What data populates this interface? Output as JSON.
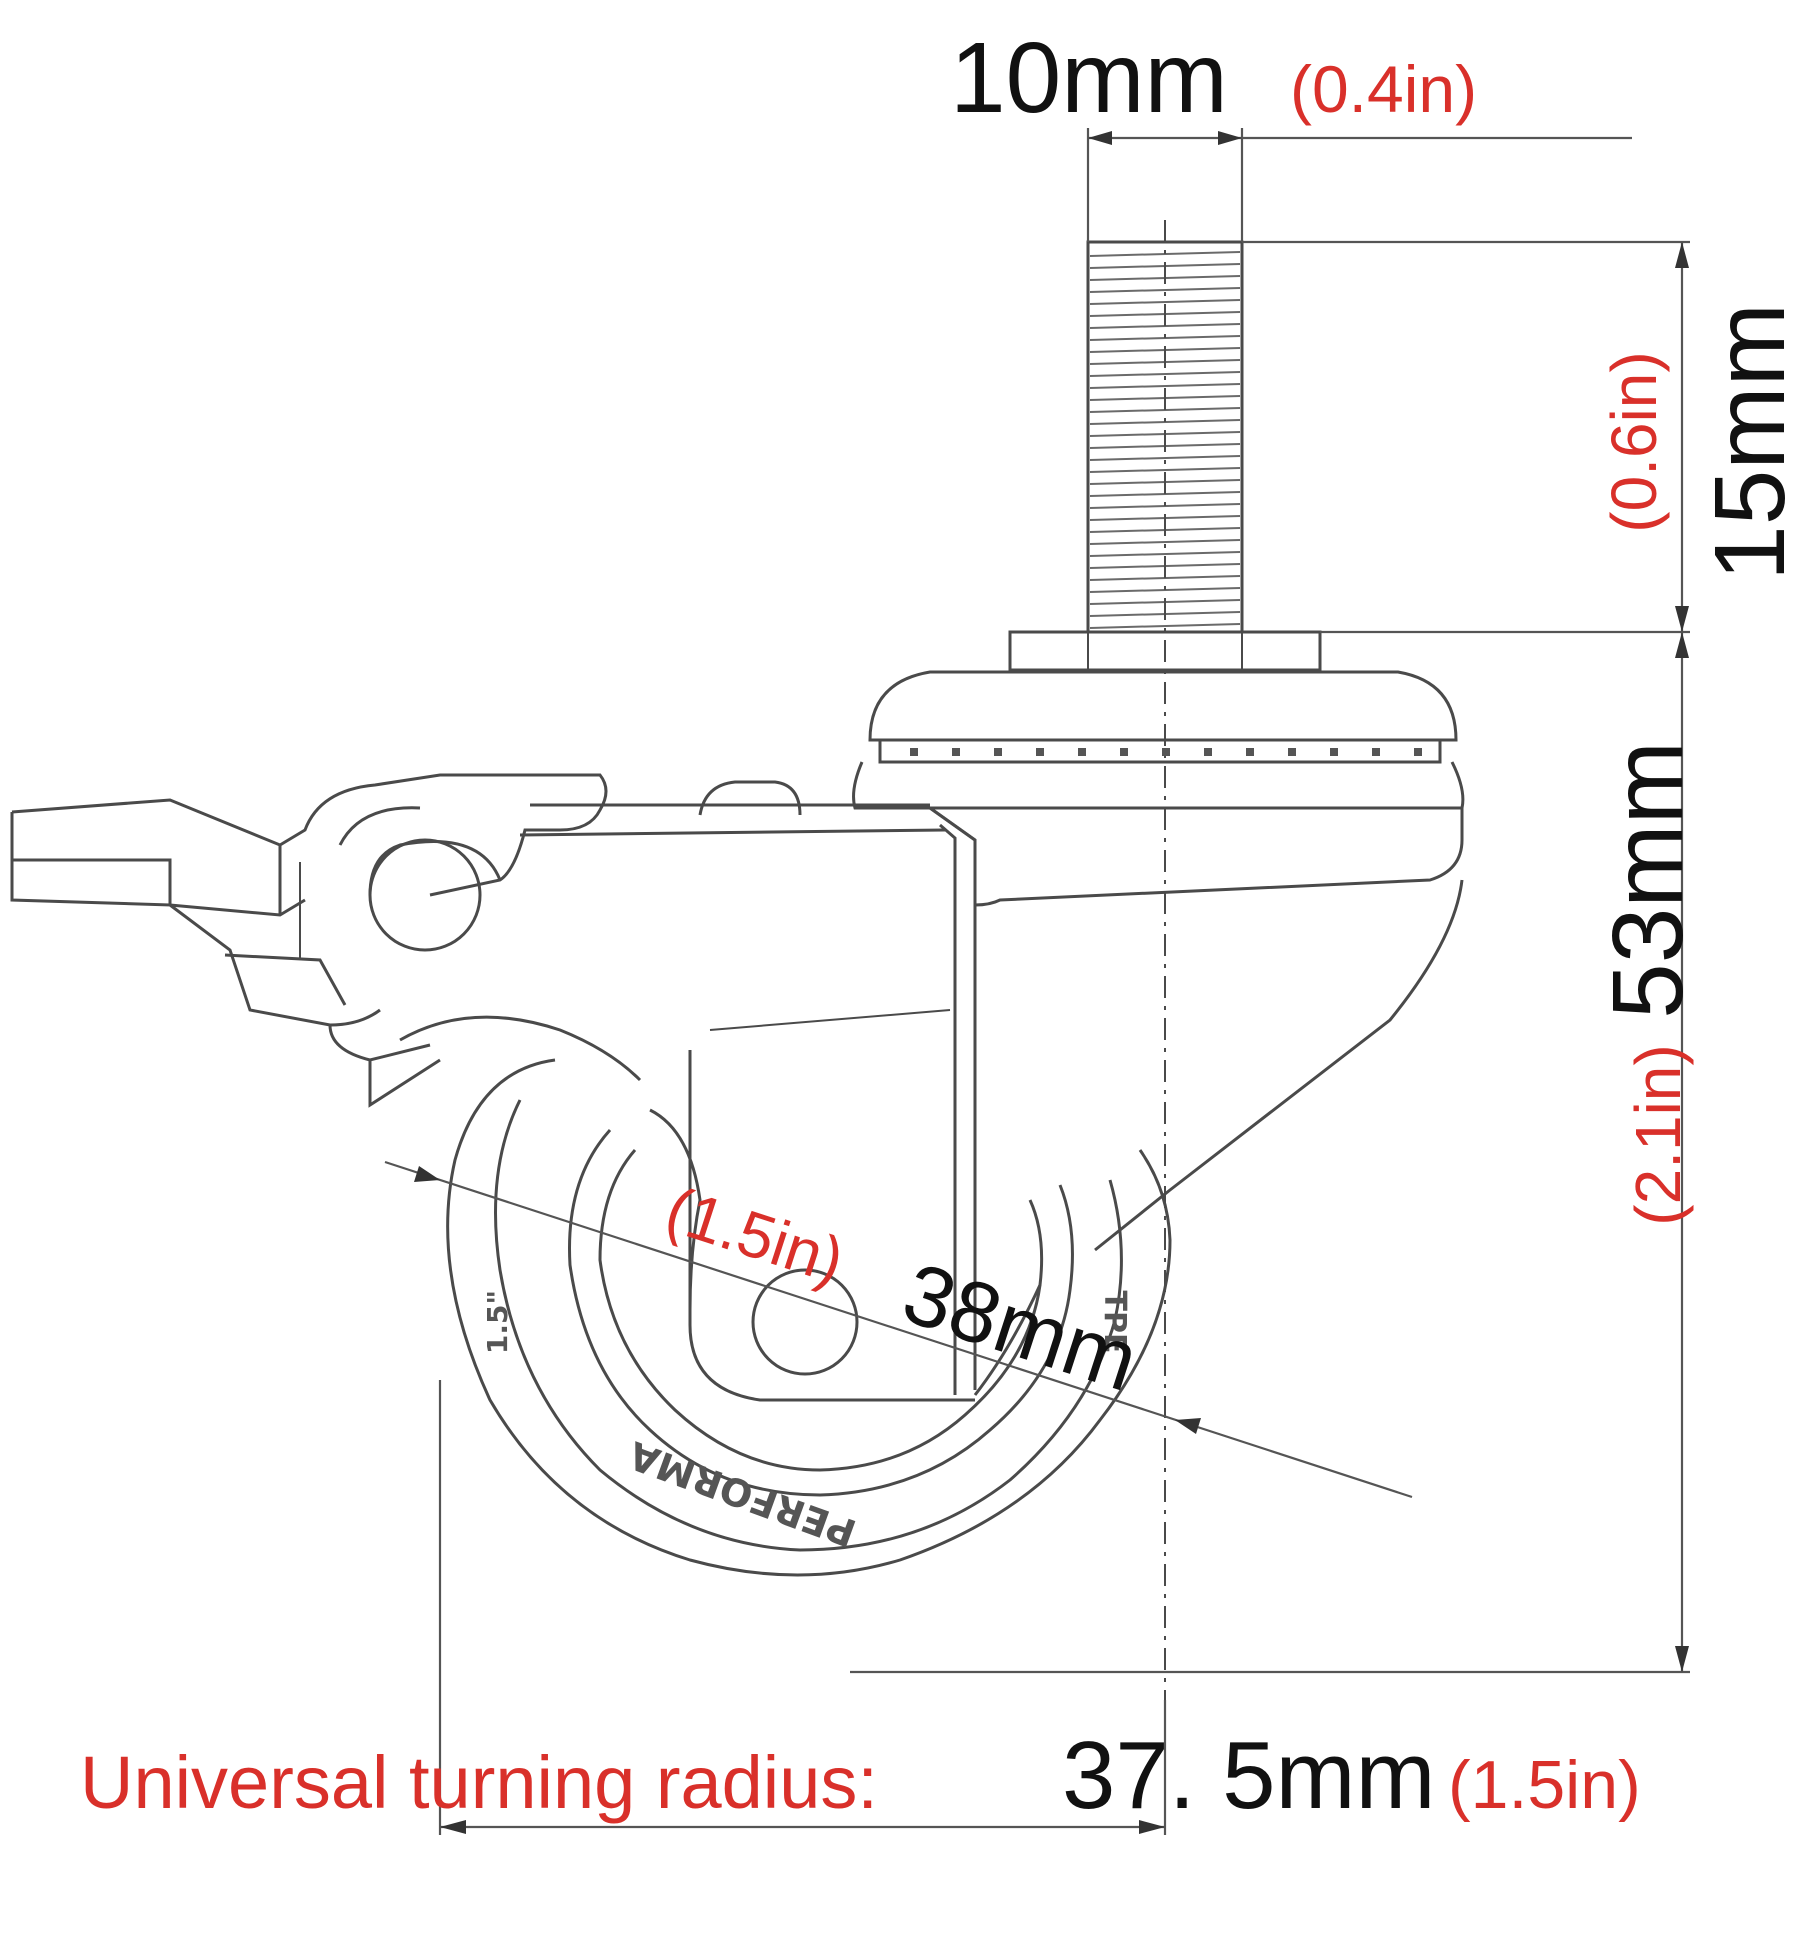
{
  "colors": {
    "line": "#4a4a4a",
    "dimension_text": "#111111",
    "imperial_text": "#d9302a",
    "background": "#ffffff"
  },
  "dimensions": {
    "thread_diameter": {
      "metric": "10mm",
      "imperial": "(0.4in)"
    },
    "thread_length": {
      "metric": "15mm",
      "imperial": "(0.6in)"
    },
    "height": {
      "metric": "53mm",
      "imperial": "(2.1in)"
    },
    "wheel_diameter": {
      "metric": "38mm",
      "imperial": "(1.5in)"
    },
    "turning_radius": {
      "label": "Universal turning radius:",
      "metric": "37. 5mm",
      "imperial": "(1.5in)"
    }
  },
  "wheel_marking": {
    "brand": "PERFORMA",
    "type": "TPE",
    "size": "1.5\""
  }
}
